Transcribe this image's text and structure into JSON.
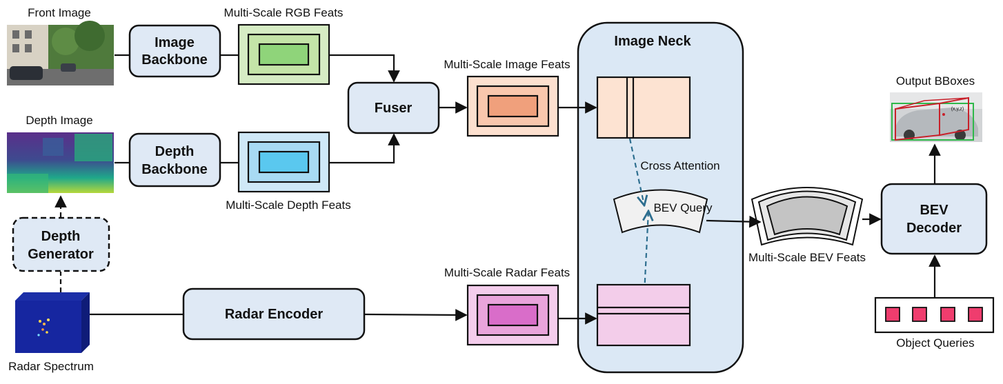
{
  "inputs": {
    "front_image": "Front Image",
    "depth_image": "Depth Image",
    "radar_spectrum": "Radar Spectrum"
  },
  "modules": {
    "image_backbone": [
      "Image",
      "Backbone"
    ],
    "depth_backbone": [
      "Depth",
      "Backbone"
    ],
    "depth_generator": [
      "Depth",
      "Generator"
    ],
    "fuser": "Fuser",
    "radar_encoder": "Radar Encoder",
    "image_neck": "Image Neck",
    "bev_decoder": [
      "BEV",
      "Decoder"
    ]
  },
  "features": {
    "rgb": "Multi-Scale RGB Feats",
    "depth": "Multi-Scale Depth Feats",
    "image": "Multi-Scale Image Feats",
    "radar": "Multi-Scale Radar Feats",
    "bev": "Multi-Scale BEV Feats"
  },
  "neck": {
    "cross_attention": "Cross Attention",
    "bev_query": "BEV Query"
  },
  "outputs": {
    "bboxes": "Output BBoxes",
    "object_queries": "Object Queries",
    "bbox_annotation": "(x,y,z)"
  },
  "colors": {
    "module_fill": "#dfe9f5",
    "rgb_outer": "#d6ecc4",
    "rgb_inner": "#8fd47a",
    "depth_outer": "#cfe8f7",
    "depth_inner": "#5ac8ef",
    "image_outer": "#fde0cf",
    "image_inner": "#f0a07c",
    "radar_outer": "#f4cdec",
    "radar_inner": "#d96dc9",
    "neck_fill": "#dbe8f5",
    "query_fill": "#ef3d6e",
    "arrow_dashed": "#2d6e8f"
  }
}
